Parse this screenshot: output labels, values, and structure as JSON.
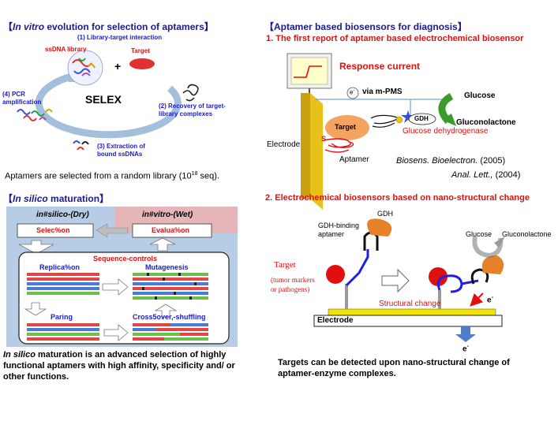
{
  "left_top": {
    "heading_prefix": "【",
    "heading_italic": "In vitro",
    "heading_rest": " evolution for selection of aptamers】",
    "step1": "(1) Library-target interaction",
    "ssdna": "ssDNA library",
    "plus": "+",
    "target": "Target",
    "selex": "SELEX",
    "step4": "(4) PCR\namplification",
    "step2": "(2) Recovery of target-\nlibrary complexes",
    "step3": "(3) Extraction of\nbound ssDNAs",
    "caption_pre": "Aptamers are selected from a random library (10",
    "caption_sup": "18",
    "caption_post": " seq)."
  },
  "left_bottom": {
    "heading_prefix": "【",
    "heading_italic": "In silico",
    "heading_rest": " maturation】",
    "dry_label": "in#silico-(Dry)",
    "wet_label": "in#vitro-(Wet)",
    "selection": "Selec%on",
    "evaluation": "Evalua%on",
    "sequence_controls": "Sequence-controls",
    "replication": "Replica%on",
    "mutagenesis": "Mutagenesis",
    "paring": "Paring",
    "crossover": "Cross5over,-shuffling",
    "caption_italic": "In silico",
    "caption_rest": " maturation is an advanced selection of highly functional aptamers with high affinity, specificity and/ or other functions."
  },
  "right_top": {
    "heading": "【Aptamer based biosensors for diagnosis】",
    "sub1": "1. The first report of aptamer based electrochemical biosensor",
    "response_current": "Response current",
    "electron": "e",
    "electron_sup": "-",
    "via_mpms": "via m-PMS",
    "glucose": "Glucose",
    "gluconolactone": "Gluconolactone",
    "gdh": "GDH",
    "glucose_dehydrogenase": "Glucose dehydrogenase",
    "target": "Target",
    "s_label": "S",
    "electrode": "Electrode",
    "aptamer": "Aptamer",
    "ref1": "Biosens. Bioelectron.",
    "ref1_year": " (2005)",
    "ref2": "Anal. Lett.,",
    "ref2_year": " (2004)"
  },
  "right_bottom": {
    "sub2": "2. Electrochemical biosensors based on nano-structural change",
    "gdh": "GDH",
    "gdh_binding": "GDH-binding\naptamer",
    "glucose": "Glucose",
    "gluconolactone": "Gluconolactone",
    "target": "Target",
    "target_desc": "(tumor markers\nor pathogens)",
    "structural_change": "Structural change",
    "electron": "e",
    "electron_sup": "-",
    "electrode": "Electrode",
    "caption": "Targets can be detected upon nano-structural change of aptamer-enzyme complexes."
  },
  "colors": {
    "heading": "#1a1a8c",
    "red": "#e01010",
    "blue": "#1a1ad0",
    "cycle_arrow": "#9fb9d8",
    "dry_panel": "#b7cde6",
    "wet_panel": "#e5b5b8",
    "electrode_gold": "#e8c21a",
    "target_orange": "#f4a460",
    "gdh_green": "#3a9a2a"
  }
}
